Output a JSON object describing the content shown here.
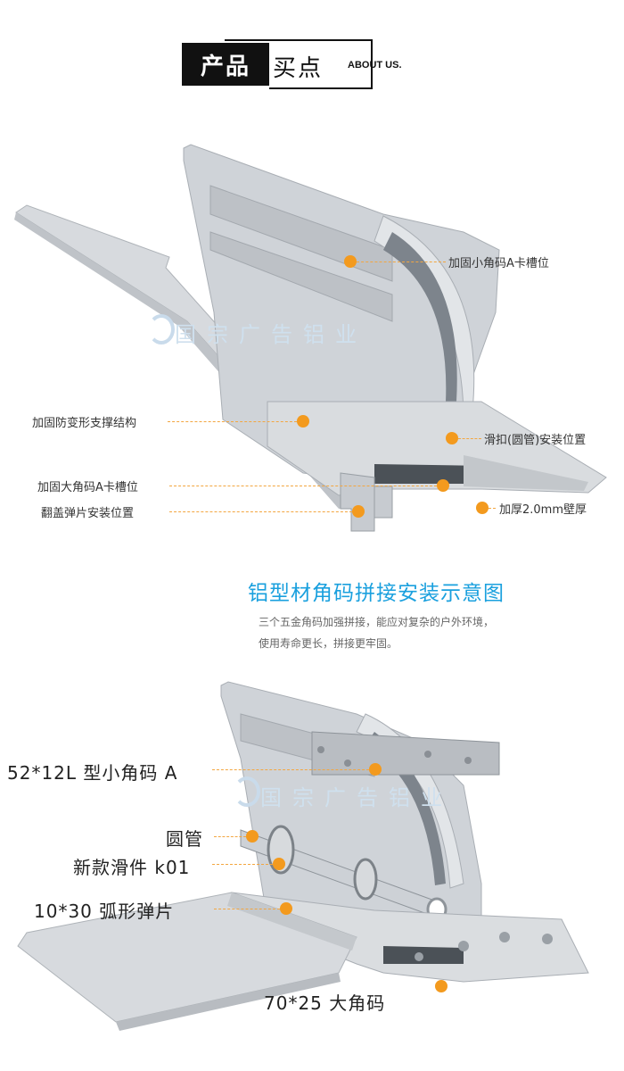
{
  "header": {
    "title_black": "产品",
    "title_light": "买点",
    "subtitle_en": "ABOUT US."
  },
  "watermark": "国宗广告铝业",
  "section1": {
    "labels": {
      "small_corner_slot": "加固小角码A卡槽位",
      "anti_deform": "加固防变形支撑结构",
      "slider_pos": "滑扣(圆管)安装位置",
      "large_corner_slot": "加固大角码A卡槽位",
      "thick_wall": "加厚2.0mm壁厚",
      "flip_spring": "翻盖弹片安装位置"
    }
  },
  "section2": {
    "title": "铝型材角码拼接安装示意图",
    "desc_line1": "三个五金角码加强拼接，能应对复杂的户外环境，",
    "desc_line2": "使用寿命更长，拼接更牢固。",
    "labels": {
      "small_corner": "52*12L 型小角码 A",
      "round_tube": "圆管",
      "slider": "新款滑件 k01",
      "arc_spring": "10*30 弧形弹片",
      "large_corner": "70*25 大角码"
    }
  },
  "colors": {
    "accent_orange": "#f39a1e",
    "title_blue": "#1aa0de",
    "aluminum": "#c9cdd2"
  }
}
